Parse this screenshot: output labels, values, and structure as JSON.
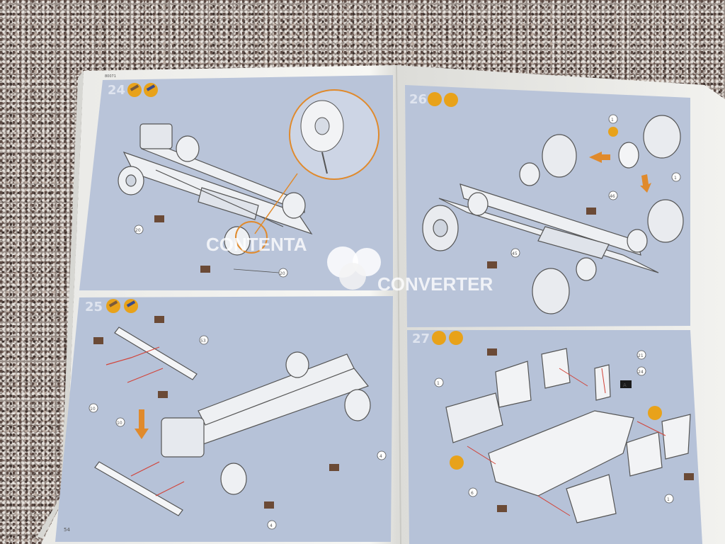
{
  "pages": {
    "left": {
      "header_code": "80071",
      "page_number": "54",
      "steps": [
        {
          "number": "24",
          "part_labels": [
            "20",
            "20"
          ]
        },
        {
          "number": "25",
          "part_labels": [
            "53",
            "10",
            "10",
            "4",
            "4"
          ]
        }
      ]
    },
    "right": {
      "steps": [
        {
          "number": "26",
          "part_labels": [
            "1",
            "46",
            "45",
            "1"
          ]
        },
        {
          "number": "27",
          "part_labels": [
            "1",
            "21",
            "24",
            "A",
            "6",
            "1"
          ]
        }
      ]
    }
  },
  "watermark": {
    "line1": "CONTENTA",
    "line2": "CONVERTER"
  },
  "colors": {
    "panel_blue": "#b9c4d9",
    "paper": "#f3f3f0",
    "accent_orange": "#e08a2c",
    "red_line": "#d2443a",
    "tag_brown": "#6b4a36"
  }
}
